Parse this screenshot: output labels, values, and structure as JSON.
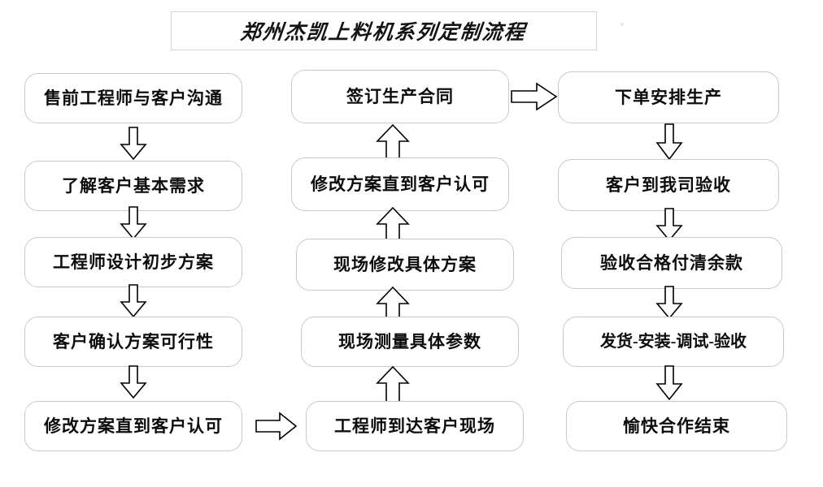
{
  "title": {
    "text": "郑州杰凯上料机系列定制流程"
  },
  "columns": [
    {
      "id": "col-left",
      "direction": "down",
      "nodes": [
        {
          "label": "售前工程师与客户沟通"
        },
        {
          "label": "了解客户基本需求"
        },
        {
          "label": "工程师设计初步方案"
        },
        {
          "label": "客户确认方案可行性"
        },
        {
          "label": "修改方案直到客户认可"
        }
      ]
    },
    {
      "id": "col-middle",
      "direction": "up",
      "nodes": [
        {
          "label": "签订生产合同"
        },
        {
          "label": "修改方案直到客户认可"
        },
        {
          "label": "现场修改具体方案"
        },
        {
          "label": "现场测量具体参数"
        },
        {
          "label": "工程师到达客户现场"
        }
      ]
    },
    {
      "id": "col-right",
      "direction": "down",
      "nodes": [
        {
          "label": "下单安排生产"
        },
        {
          "label": "客户到我司验收"
        },
        {
          "label": "验收合格付清余款"
        },
        {
          "label": "发货-安装-调试-验收"
        },
        {
          "label": "愉快合作结束"
        }
      ]
    }
  ],
  "connectors": {
    "left_to_middle": {
      "direction": "right"
    },
    "middle_to_right": {
      "direction": "right"
    }
  },
  "colors": {
    "box_border": "#c9c9c9",
    "title_border": "#d4d4d4",
    "text": "#0d0d0d",
    "arrow_stroke": "#000000",
    "background": "#ffffff"
  }
}
